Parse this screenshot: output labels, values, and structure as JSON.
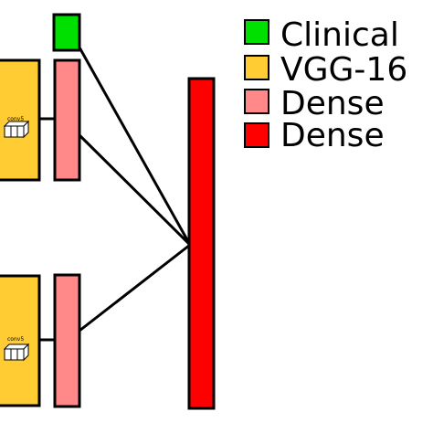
{
  "colors": {
    "clinical": "#00e000",
    "vgg16": "#ffcc33",
    "dense_light": "#ff8888",
    "dense_dark": "#ff0000",
    "stroke": "#000000"
  },
  "legend": [
    {
      "key": "clinical",
      "label": "Clinical"
    },
    {
      "key": "vgg16",
      "label": "VGG-16"
    },
    {
      "key": "dense_light",
      "label": "Dense"
    },
    {
      "key": "dense_dark",
      "label": "Dense"
    }
  ],
  "branches": [
    {
      "conv_label": "conv5"
    },
    {
      "conv_label": "conv5"
    }
  ]
}
